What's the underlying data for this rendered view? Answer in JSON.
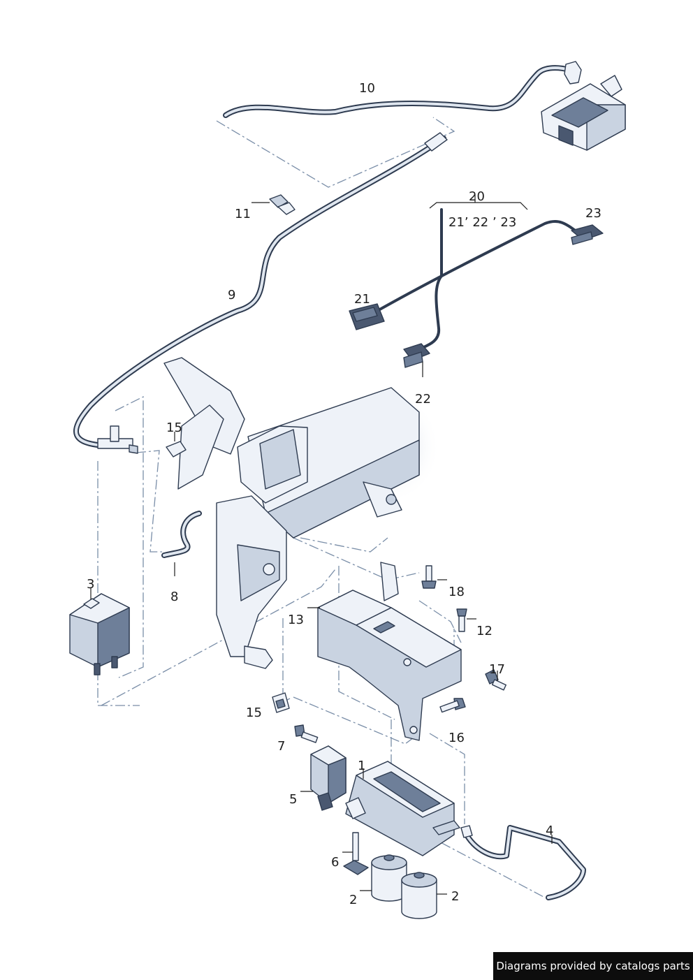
{
  "callouts": {
    "c1": "1",
    "c2a": "2",
    "c2b": "2",
    "c3": "3",
    "c4": "4",
    "c5": "5",
    "c6": "6",
    "c7": "7",
    "c8": "8",
    "c9": "9",
    "c10": "10",
    "c11": "11",
    "c12": "12",
    "c13": "13",
    "c15a": "15",
    "c15b": "15",
    "c16": "16",
    "c17": "17",
    "c18": "18",
    "c20": "20",
    "c20sub": "21’ 22 ’ 23",
    "c21": "21",
    "c22": "22",
    "c23": "23"
  },
  "attribution": "Diagrams provided by catalogs parts",
  "colors": {
    "line": "#2e3b50",
    "dash": "#7a8ea8",
    "part_light": "#eef2f8",
    "part_mid": "#c9d3e1",
    "part_dark": "#6e7f99",
    "attribution_bg": "#0d0d0d"
  }
}
